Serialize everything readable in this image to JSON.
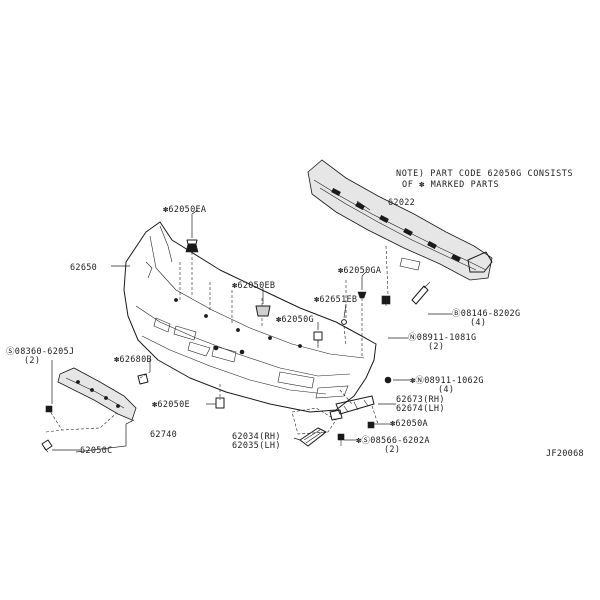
{
  "note": {
    "line1": "NOTE) PART CODE 62050G CONSISTS",
    "line2": "OF ✽ MARKED PARTS"
  },
  "labels": {
    "p62022": "62022",
    "p62050EA": "✽62050EA",
    "p62650": "62650",
    "p62050EB": "✽62050EB",
    "p62050GA": "✽62050GA",
    "p62651EB": "✽62651EB",
    "p62050G": "✽62050G",
    "p08146": "Ⓑ08146-8202G",
    "p08146_qty": "(4)",
    "p08911_1081G": "Ⓝ08911-1081G",
    "p08911_1081G_qty": "(2)",
    "p08360": "Ⓢ08360-6205J",
    "p08360_qty": "(2)",
    "p62680B": "✽62680B",
    "p08911_1062G": "✽Ⓝ08911-1062G",
    "p08911_1062G_qty": "(4)",
    "p62050E": "✽62050E",
    "p62673": "62673(RH)",
    "p62674": "62674(LH)",
    "p62740": "62740",
    "p62050A": "✽62050A",
    "p62034": "62034(RH)",
    "p62035": "62035(LH)",
    "p08566": "✽Ⓢ08566-6202A",
    "p08566_qty": "(2)",
    "p62050C": "62050C",
    "ref_code": "JF20068"
  }
}
